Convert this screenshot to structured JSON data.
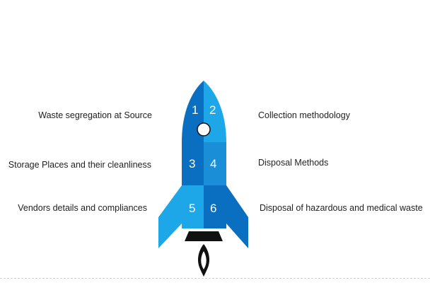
{
  "steps": [
    {
      "number": "1",
      "label": "Waste segregation at Source"
    },
    {
      "number": "2",
      "label": "Collection methodology"
    },
    {
      "number": "3",
      "label": "Storage Places and their cleanliness"
    },
    {
      "number": "4",
      "label": "Disposal Methods"
    },
    {
      "number": "5",
      "label": "Vendors details and compliances"
    },
    {
      "number": "6",
      "label": "Disposal of hazardous and medical waste"
    }
  ],
  "colors": {
    "dark_blue": "#0a6fc0",
    "light_blue": "#1ea7e8",
    "mid_blue": "#1b8ed8",
    "flame": "#111111",
    "text": "#1f1f1f"
  }
}
